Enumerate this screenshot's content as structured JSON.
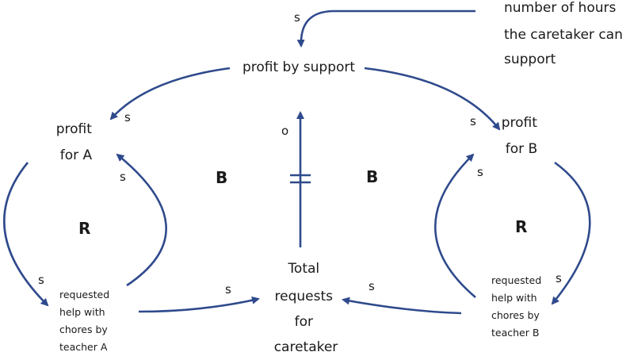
{
  "nodes": {
    "hours": [
      "number of hours",
      "the caretaker can",
      "support"
    ],
    "profit_support": [
      "profit by support"
    ],
    "profit_a": [
      "profit",
      "for A"
    ],
    "profit_b": [
      "profit",
      "for B"
    ],
    "total_requests": [
      "Total",
      "requests",
      "for",
      "caretaker"
    ],
    "help_a": [
      "requested",
      "help with",
      "chores by",
      "teacher A"
    ],
    "help_b": [
      "requested",
      "help with",
      "chores by",
      "teacher B"
    ]
  },
  "polarities": {
    "hours_to_profit_support": "s",
    "profit_support_to_a": "s",
    "profit_support_to_b": "s",
    "a_to_help_a": "s",
    "help_a_to_a": "s",
    "b_to_help_b": "s",
    "help_b_to_b": "s",
    "help_a_to_total": "s",
    "help_b_to_total": "s",
    "total_to_profit_support": "o"
  },
  "loops": {
    "left_reinforcing": "R",
    "right_reinforcing": "R",
    "left_balancing": "B",
    "right_balancing": "B"
  },
  "colors": {
    "arrow": "#2f4a8c",
    "text": "#1a1a1a"
  }
}
